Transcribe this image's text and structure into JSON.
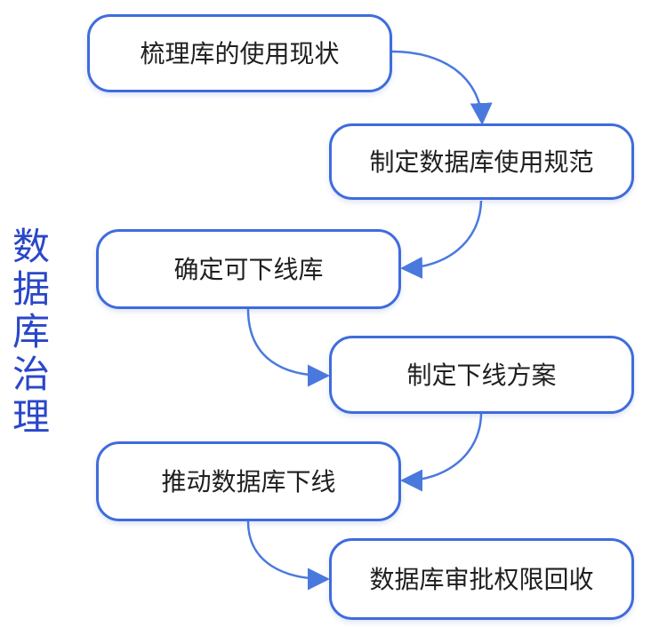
{
  "diagram": {
    "side_title": [
      "数",
      "据",
      "库",
      "治",
      "理"
    ],
    "steps": [
      "梳理库的使用现状",
      "制定数据库使用规范",
      "确定可下线库",
      "制定下线方案",
      "推动数据库下线",
      "数据库审批权限回收"
    ],
    "colors": {
      "title": "#2a47c9",
      "box_border": "#3f6cdc",
      "connector": "#4a79de",
      "text": "#1f1f1f"
    }
  }
}
